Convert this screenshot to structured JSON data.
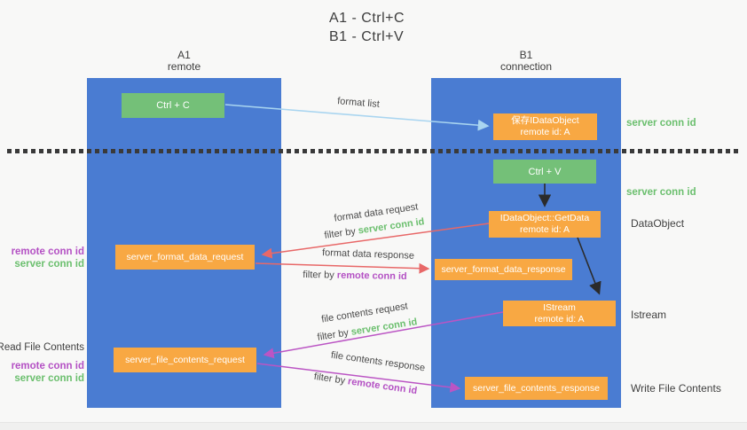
{
  "title": {
    "line1": "A1 - Ctrl+C",
    "line2": "B1 - Ctrl+V"
  },
  "lanes": {
    "left": {
      "title": "A1",
      "subtitle": "remote"
    },
    "right": {
      "title": "B1",
      "subtitle": "connection"
    }
  },
  "nodes": {
    "ctrl_c": {
      "label": "Ctrl + C"
    },
    "ctrl_v": {
      "label": "Ctrl + V"
    },
    "save_idataobject": {
      "line1": "保存IDataObject",
      "line2": "remote id: A"
    },
    "idataobject_getdata": {
      "line1": "IDataObject::GetData",
      "line2": "remote id: A"
    },
    "istream": {
      "line1": "IStream",
      "line2": "remote id: A"
    },
    "server_format_data_request": {
      "label": "server_format_data_request"
    },
    "server_format_data_response": {
      "label": "server_format_data_response"
    },
    "server_file_contents_request": {
      "label": "server_file_contents_request"
    },
    "server_file_contents_response": {
      "label": "server_file_contents_response"
    }
  },
  "annotations": {
    "server_conn_id_top": "server conn id",
    "server_conn_id_mid": "server conn id",
    "dataobject": "DataObject",
    "istream": "Istream",
    "write_file_contents": "Write File Contents",
    "read_file_contents": "Read File Contents",
    "remote_conn_id_a": "remote conn id",
    "server_conn_id_a": "server conn id",
    "remote_conn_id_b": "remote conn id",
    "server_conn_id_b": "server conn id"
  },
  "flows": {
    "format_list": {
      "label": "format list"
    },
    "format_data_request": {
      "label": "format data request",
      "filter_prefix": "filter by",
      "filter_id": "server conn id"
    },
    "format_data_response": {
      "label": "format data response",
      "filter_prefix": "filter by",
      "filter_id": "remote conn id"
    },
    "file_contents_request": {
      "label": "file contents request",
      "filter_prefix": "filter by",
      "filter_id": "server conn id"
    },
    "file_contents_response": {
      "label": "file contents response",
      "filter_prefix": "filter by",
      "filter_id": "remote conn id"
    }
  },
  "colors": {
    "lane_blue": "#4a7cd2",
    "node_orange": "#f8a843",
    "node_green": "#74c078",
    "arrow_red": "#e86868",
    "arrow_magenta": "#bb55c4",
    "arrow_light_blue": "#a9d5f0",
    "arrow_black": "#2b2b2b",
    "text_green": "#6bbf6e",
    "text_magenta": "#b451c4",
    "text_dark": "#3f3f3f"
  }
}
